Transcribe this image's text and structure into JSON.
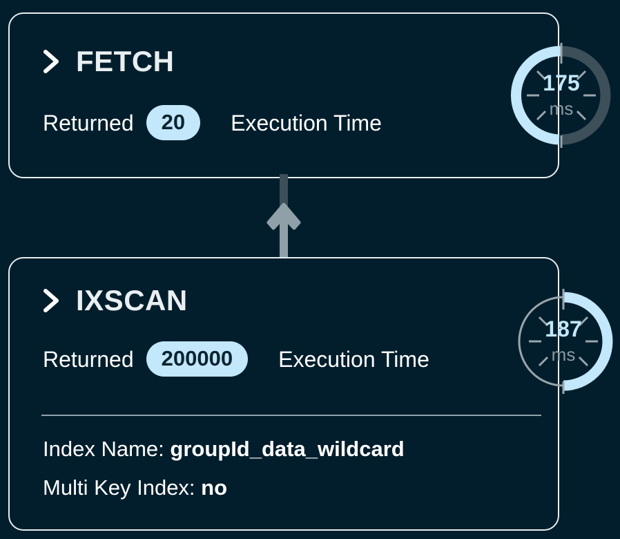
{
  "theme": {
    "page_background": "#021e2c",
    "card_border": "#e8eef0",
    "accent_light_blue": "#c3e7fb",
    "track_dark": "#3d4f58",
    "track_light": "#9aa6ac",
    "text_primary": "#ffffff",
    "divider": "#91a3ab",
    "connector": "#8fa0a9"
  },
  "connector": {
    "name": "upward-arrow",
    "direction": "up",
    "from": "IXSCAN",
    "to": "FETCH"
  },
  "nodes": [
    {
      "id": "fetch",
      "title": "FETCH",
      "chevron": "chevron-right-icon",
      "returned_label": "Returned",
      "returned_value": "20",
      "execution_time_label": "Execution Time",
      "gauge": {
        "value": "175",
        "unit": "ms",
        "percent": 48,
        "style": "filled-track",
        "arc_direction": "counterclockwise",
        "arc_color": "#c3e7fb",
        "track_color": "#3d4f58"
      },
      "details": []
    },
    {
      "id": "ixscan",
      "title": "IXSCAN",
      "chevron": "chevron-right-icon",
      "returned_label": "Returned",
      "returned_value": "200000",
      "execution_time_label": "Execution Time",
      "gauge": {
        "value": "187",
        "unit": "ms",
        "percent": 50,
        "style": "outline-track",
        "arc_direction": "clockwise",
        "arc_color": "#c3e7fb",
        "track_color": "#9aa6ac"
      },
      "details": [
        {
          "label": "Index Name:",
          "value": "groupId_data_wildcard"
        },
        {
          "label": "Multi Key Index:",
          "value": "no"
        }
      ]
    }
  ]
}
